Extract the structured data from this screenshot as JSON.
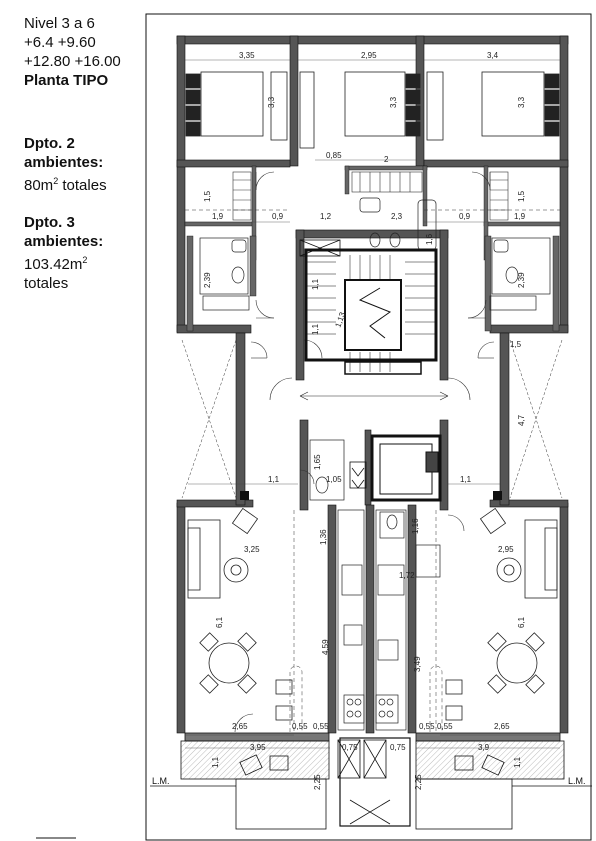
{
  "sheet": {
    "levels": "Nivel 3 a 6",
    "heights_a": "+6.4 +9.60",
    "heights_b": "+12.80 +16.00",
    "title": "Planta TIPO"
  },
  "units": [
    {
      "name_1": "Dpto. 2",
      "name_2": "ambientes:",
      "area_num": "80m",
      "area_sup": "2",
      "area_rest": " totales",
      "area_rest2": ""
    },
    {
      "name_1": "Dpto. 3",
      "name_2": "ambientes:",
      "area_num": "103.42m",
      "area_sup": "2",
      "area_rest": "",
      "area_rest2": "totales"
    }
  ],
  "line_marker": "L.M.",
  "dimensions": {
    "d335": "3,35",
    "d295": "2,95",
    "d34": "3,4",
    "d33a": "3,3",
    "d33b": "3,3",
    "d33c": "3,3",
    "d085": "0,85",
    "d2": "2",
    "d15a": "1,5",
    "d19a": "1,9",
    "d09a": "0,9",
    "d12": "1,2",
    "d23": "2,3",
    "d16a": "1,6",
    "d09b": "0,9",
    "d19b": "1,9",
    "d15b": "1,5",
    "d239a": "2,39",
    "d239b": "2,39",
    "d11a": "1,1",
    "d11b": "1,1",
    "d113": "1,13",
    "d15c": "1,5",
    "d47": "4,7",
    "d11c": "1,1",
    "d165": "1,65",
    "d105": "1,05",
    "d11d": "1,1",
    "d136": "1,36",
    "d116": "1,16",
    "d325": "3,25",
    "d295b": "2,95",
    "d172": "1,72",
    "d61a": "6,1",
    "d61b": "6,1",
    "d459": "4,59",
    "d349": "3,49",
    "d265a": "2,65",
    "d055a": "0,55",
    "d055b": "0,55",
    "d055c": "0,55",
    "d055d": "0,55",
    "d265b": "2,65",
    "d395": "3,95",
    "d075a": "0,75",
    "d075b": "0,75",
    "d39": "3,9",
    "d11e": "1,1",
    "d11f": "1,1",
    "d225a": "2,25",
    "d225b": "2,25"
  }
}
